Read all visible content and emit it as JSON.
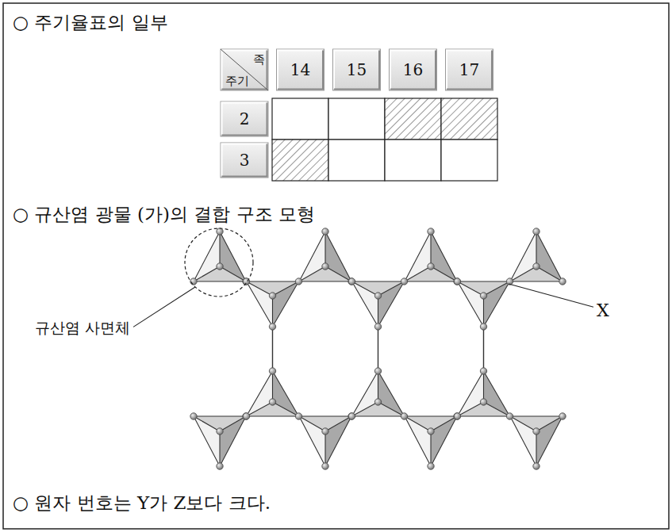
{
  "diagram": {
    "labels": [
      "○ 주기율표의 일부",
      "족",
      "주기",
      "14",
      "15",
      "16",
      "17",
      "2",
      "3",
      "○ 규산염 광물 (가)의 결합 구조 모형",
      "규산염 사면체",
      "X",
      "○ 원자 번호는 Y가 Z보다 크다."
    ]
  }
}
